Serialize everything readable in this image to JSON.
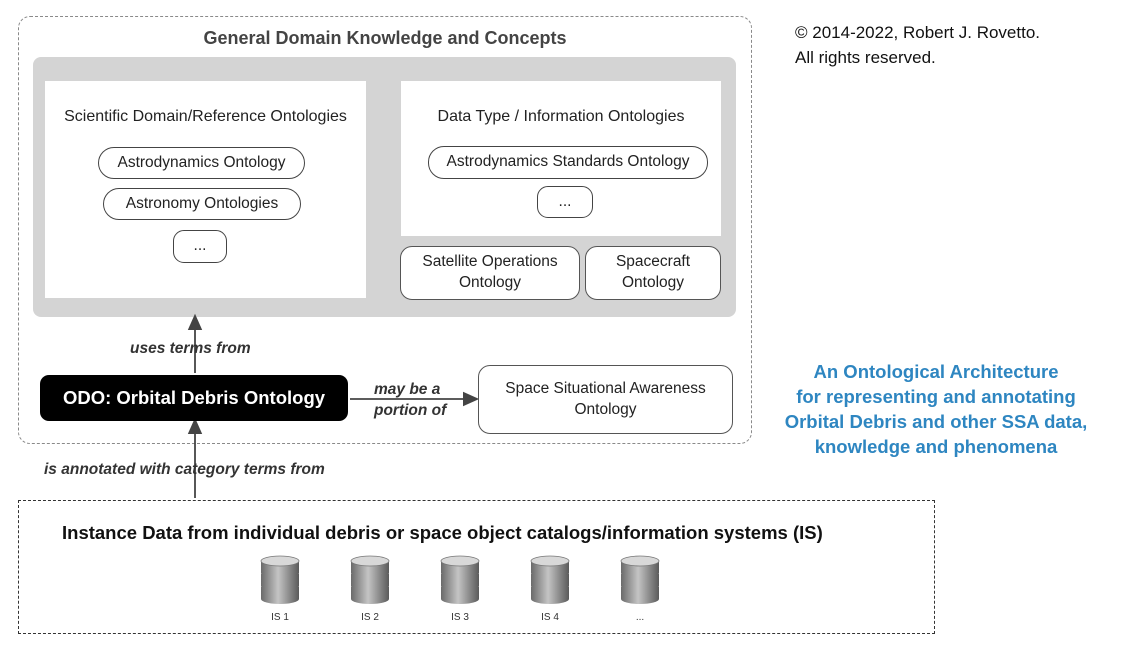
{
  "copyright": {
    "line1": "© 2014-2022, Robert J. Rovetto.",
    "line2": "All rights reserved."
  },
  "general_domain": {
    "title": "General Domain Knowledge and Concepts",
    "scientific": {
      "title": "Scientific Domain/Reference Ontologies",
      "items": [
        "Astrodynamics Ontology",
        "Astronomy Ontologies",
        "..."
      ]
    },
    "data_type": {
      "title": "Data Type / Information Ontologies",
      "items": [
        "Astrodynamics Standards Ontology",
        "..."
      ]
    },
    "satellite_ops": "Satellite Operations Ontology",
    "spacecraft": "Spacecraft Ontology"
  },
  "odo": {
    "label": "ODO: Orbital Debris Ontology",
    "uses_terms": "uses terms from",
    "may_be_portion": "may be a portion of",
    "ssa": "Space Situational Awareness Ontology"
  },
  "annotated_label": "is annotated with category terms from",
  "caption": {
    "line1": "An Ontological Architecture",
    "line2": "for representing and annotating",
    "line3": "Orbital Debris and other SSA data,",
    "line4": "knowledge and phenomena"
  },
  "instance_data": {
    "title": "Instance Data from individual debris or space object catalogs/information systems (IS)",
    "systems": [
      "IS 1",
      "IS 2",
      "IS 3",
      "IS 4",
      "..."
    ]
  },
  "colors": {
    "caption": "#2e86c1",
    "odo_bg": "#000000",
    "panel": "#d4d4d4"
  }
}
